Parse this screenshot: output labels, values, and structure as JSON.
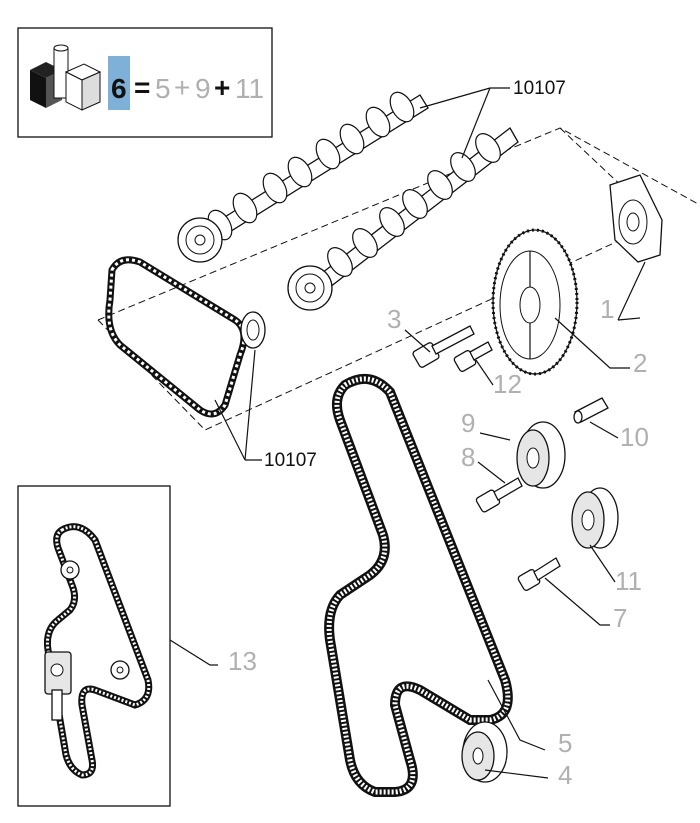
{
  "kit_box": {
    "kit_number": "6",
    "equals": "=",
    "item_a": "5",
    "plus_a": "+",
    "item_b": "9",
    "plus_b": "+",
    "item_c": "11",
    "highlight_color": "#7fb0d8"
  },
  "callouts": {
    "c1": "1",
    "c2": "2",
    "c3": "3",
    "c4": "4",
    "c5": "5",
    "c7": "7",
    "c8": "8",
    "c9": "9",
    "c10": "10",
    "c11": "11",
    "c12": "12",
    "c13": "13",
    "camshafts_top": "10107",
    "camshafts_bottom": "10107"
  },
  "colors": {
    "callout_gray": "#b0b0b0",
    "line": "#111111"
  }
}
